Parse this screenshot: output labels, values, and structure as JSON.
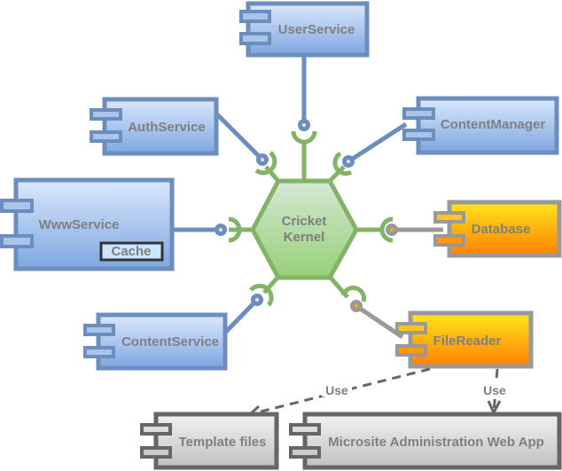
{
  "diagram": {
    "type": "UML component diagram",
    "kernel": {
      "label_line1": "Cricket",
      "label_line2": "Kernel"
    },
    "components": {
      "user_service": {
        "label": "UserService",
        "style": "blue"
      },
      "auth_service": {
        "label": "AuthService",
        "style": "blue"
      },
      "content_manager": {
        "label": "ContentManager",
        "style": "blue"
      },
      "www_service": {
        "label": "WwwService",
        "style": "blue",
        "inner_label": "Cache"
      },
      "database": {
        "label": "Database",
        "style": "orange"
      },
      "content_service": {
        "label": "ContentService",
        "style": "blue"
      },
      "file_reader": {
        "label": "FileReader",
        "style": "orange"
      },
      "template_files": {
        "label": "Template files",
        "style": "gray"
      },
      "microsite_admin": {
        "label": "Microsite Administration Web App",
        "style": "gray"
      }
    },
    "edges": [
      {
        "from": "FileReader",
        "to": "Template files",
        "label": "Use",
        "style": "dashed"
      },
      {
        "from": "FileReader",
        "to": "Microsite Administration Web App",
        "label": "Use",
        "style": "dashed"
      }
    ],
    "colors": {
      "blue_border": "#6c8ebf",
      "blue_fill_top": "#dae8fc",
      "blue_fill_bottom": "#7ea6e0",
      "orange_border": "#999999",
      "orange_fill_top": "#ffe61e",
      "orange_fill_bottom": "#ff7f00",
      "gray_border": "#666666",
      "gray_fill_top": "#f2f2f2",
      "gray_fill_bottom": "#c0c0c0",
      "kernel_border": "#82b366",
      "kernel_fill_top": "#d5e8d4",
      "kernel_fill_bottom": "#97d077",
      "text": "#7f7f7f"
    }
  }
}
